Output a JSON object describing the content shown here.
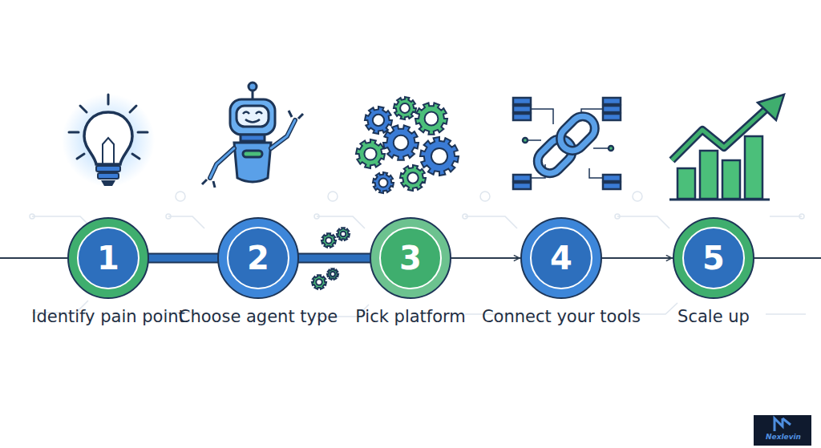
{
  "diagram": {
    "nodes": [
      {
        "text": [
          "1",
          "Identify pain point"
        ]
      },
      {
        "text": [
          "2",
          "Choose agent type"
        ]
      },
      {
        "text": [
          "3",
          "Pick platform"
        ]
      },
      {
        "text": [
          "4",
          "Connect your tools"
        ]
      },
      {
        "text": [
          "5",
          "Scale up"
        ]
      }
    ],
    "edges": [
      {
        "from": 0,
        "to": 1,
        "arrow": "none"
      },
      {
        "from": 1,
        "to": 2,
        "arrow": "none"
      },
      {
        "from": 2,
        "to": 3,
        "arrow": "to"
      },
      {
        "from": 3,
        "to": 4,
        "arrow": "to"
      }
    ],
    "labels": [
      "Nexlevin"
    ]
  }
}
